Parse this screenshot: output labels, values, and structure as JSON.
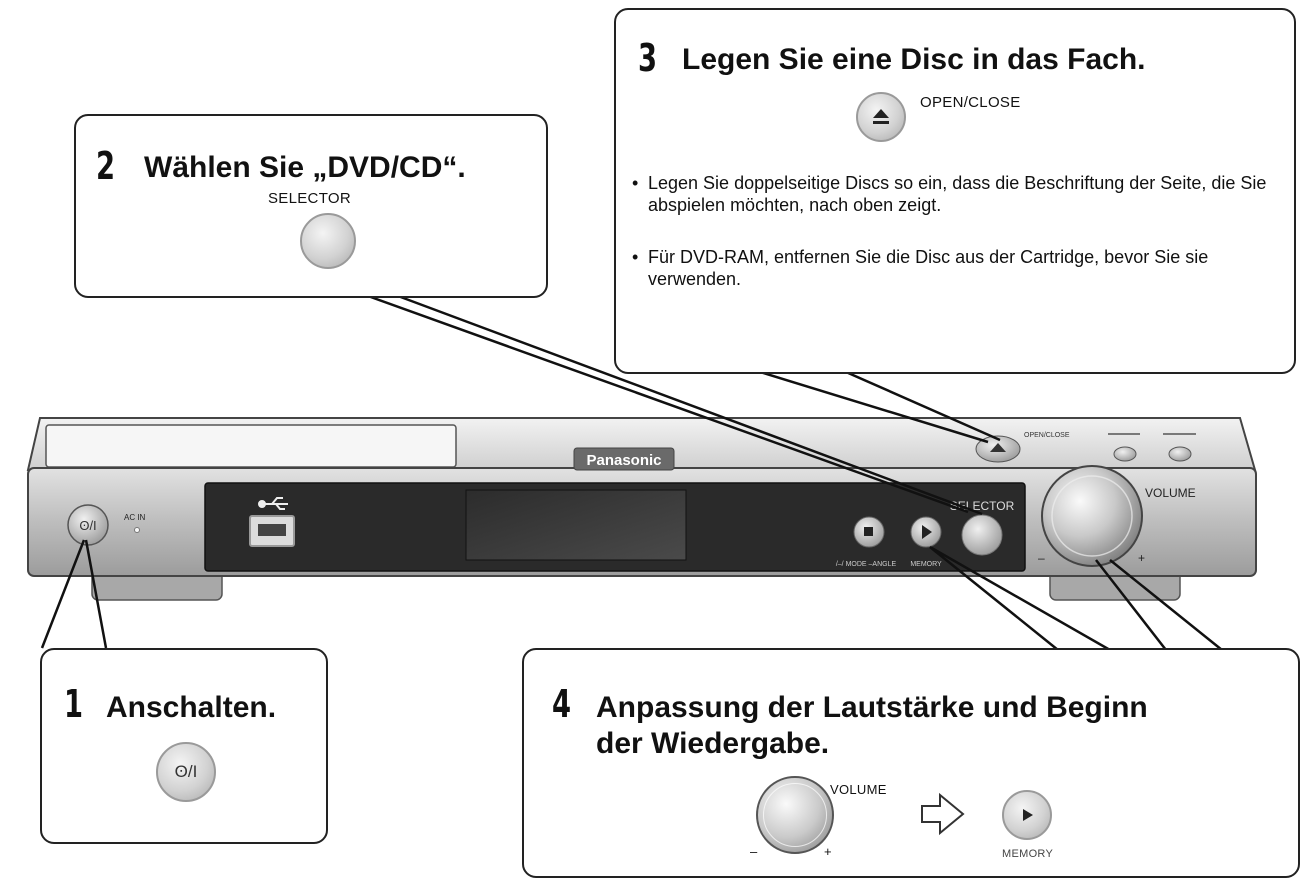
{
  "step1": {
    "number": "1",
    "title": "Anschalten.",
    "button_label": "ʘ/I"
  },
  "step2": {
    "number": "2",
    "title": "Wählen Sie „DVD/CD“.",
    "button_caption": "SELECTOR"
  },
  "step3": {
    "number": "3",
    "title": "Legen Sie eine Disc in das Fach.",
    "button_caption": "OPEN/CLOSE",
    "bullets": [
      "Legen Sie doppelseitige Discs so ein, dass die Beschriftung der Seite, die Sie abspielen möchten, nach oben zeigt.",
      "Für DVD-RAM, entfernen Sie die Disc aus der Cartridge, bevor Sie sie verwenden."
    ]
  },
  "step4": {
    "number": "4",
    "title_line1": "Anpassung der Lautstärke und Beginn",
    "title_line2": "der Wiedergabe.",
    "volume_caption": "VOLUME",
    "minus": "–",
    "plus": "+",
    "memory_caption": "MEMORY"
  },
  "device": {
    "brand": "Panasonic",
    "ac_in": "AC IN",
    "power_label": "ʘ/I",
    "open_close": "OPEN/CLOSE",
    "selector": "SELECTOR",
    "volume": "VOLUME",
    "memory": "MEMORY",
    "stop_caption": "/–/ MODE –ANGLE",
    "minus": "–",
    "plus": "+"
  },
  "colors": {
    "outline": "#222222",
    "device_body": "#c8c8c8",
    "panel": "#2a2a2a",
    "display": "#3a3a3a"
  }
}
